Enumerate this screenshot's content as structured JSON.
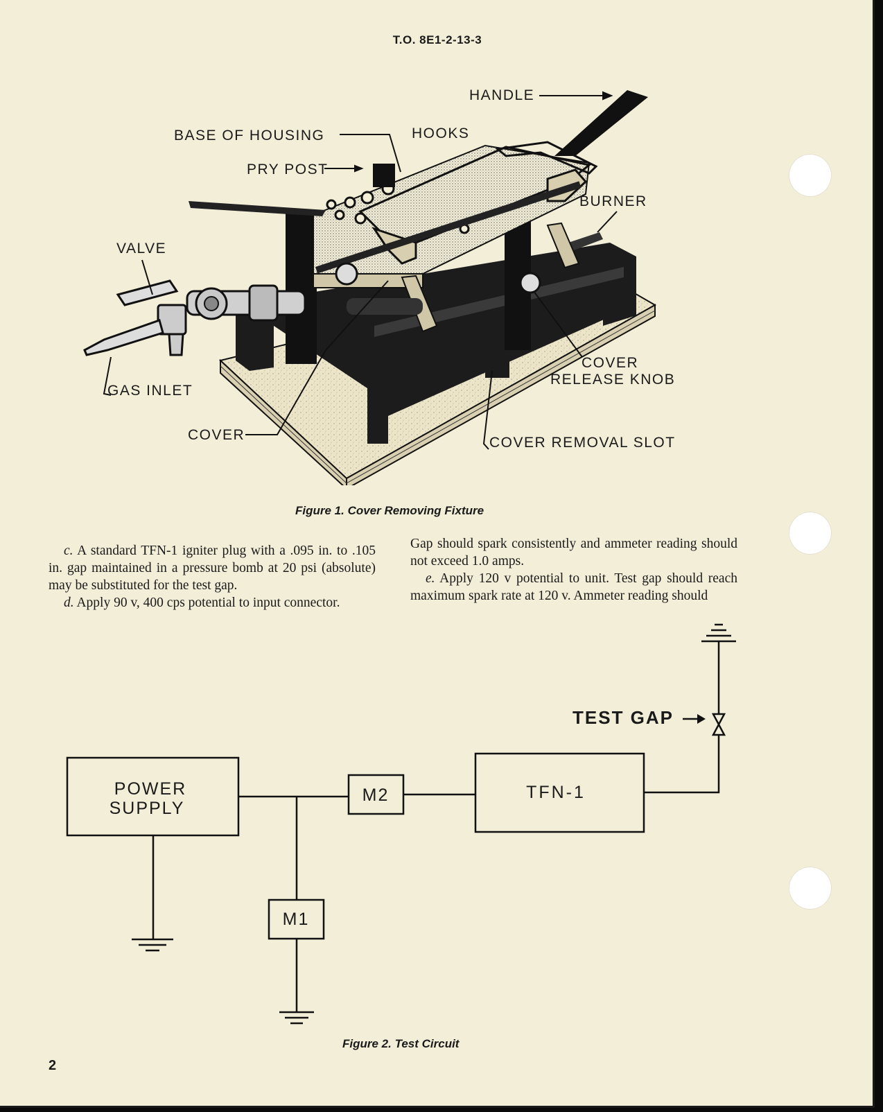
{
  "header": {
    "doc_number": "T.O. 8E1-2-13-3"
  },
  "figure1": {
    "caption": "Figure 1. Cover Removing Fixture",
    "callouts": {
      "handle": "HANDLE",
      "base_of_housing": "BASE OF HOUSING",
      "hooks": "HOOKS",
      "pry_post": "PRY POST",
      "burner": "BURNER",
      "valve": "VALVE",
      "gas_inlet": "GAS INLET",
      "cover_release_1": "COVER",
      "cover_release_2": "RELEASE KNOB",
      "cover": "COVER",
      "cover_removal_slot": "COVER REMOVAL SLOT"
    }
  },
  "text": {
    "left": {
      "c_marker": "c.",
      "c_text": "A standard TFN-1 igniter plug with a .095 in. to .105 in. gap maintained in a pressure bomb at 20 psi (absolute) may be substituted for the test gap.",
      "d_marker": "d.",
      "d_text": "Apply 90 v, 400 cps potential to input connector."
    },
    "right": {
      "cont_text": "Gap should spark consistently and ammeter reading should not exceed 1.0 amps.",
      "e_marker": "e.",
      "e_text": "Apply 120 v potential to unit. Test gap should reach maximum spark rate at 120 v. Ammeter reading should"
    }
  },
  "figure2": {
    "caption": "Figure 2. Test Circuit",
    "power_supply_1": "POWER",
    "power_supply_2": "SUPPLY",
    "m2": "M2",
    "m1": "M1",
    "tfn1": "TFN-1",
    "test_gap": "TEST GAP"
  },
  "page_number": "2"
}
